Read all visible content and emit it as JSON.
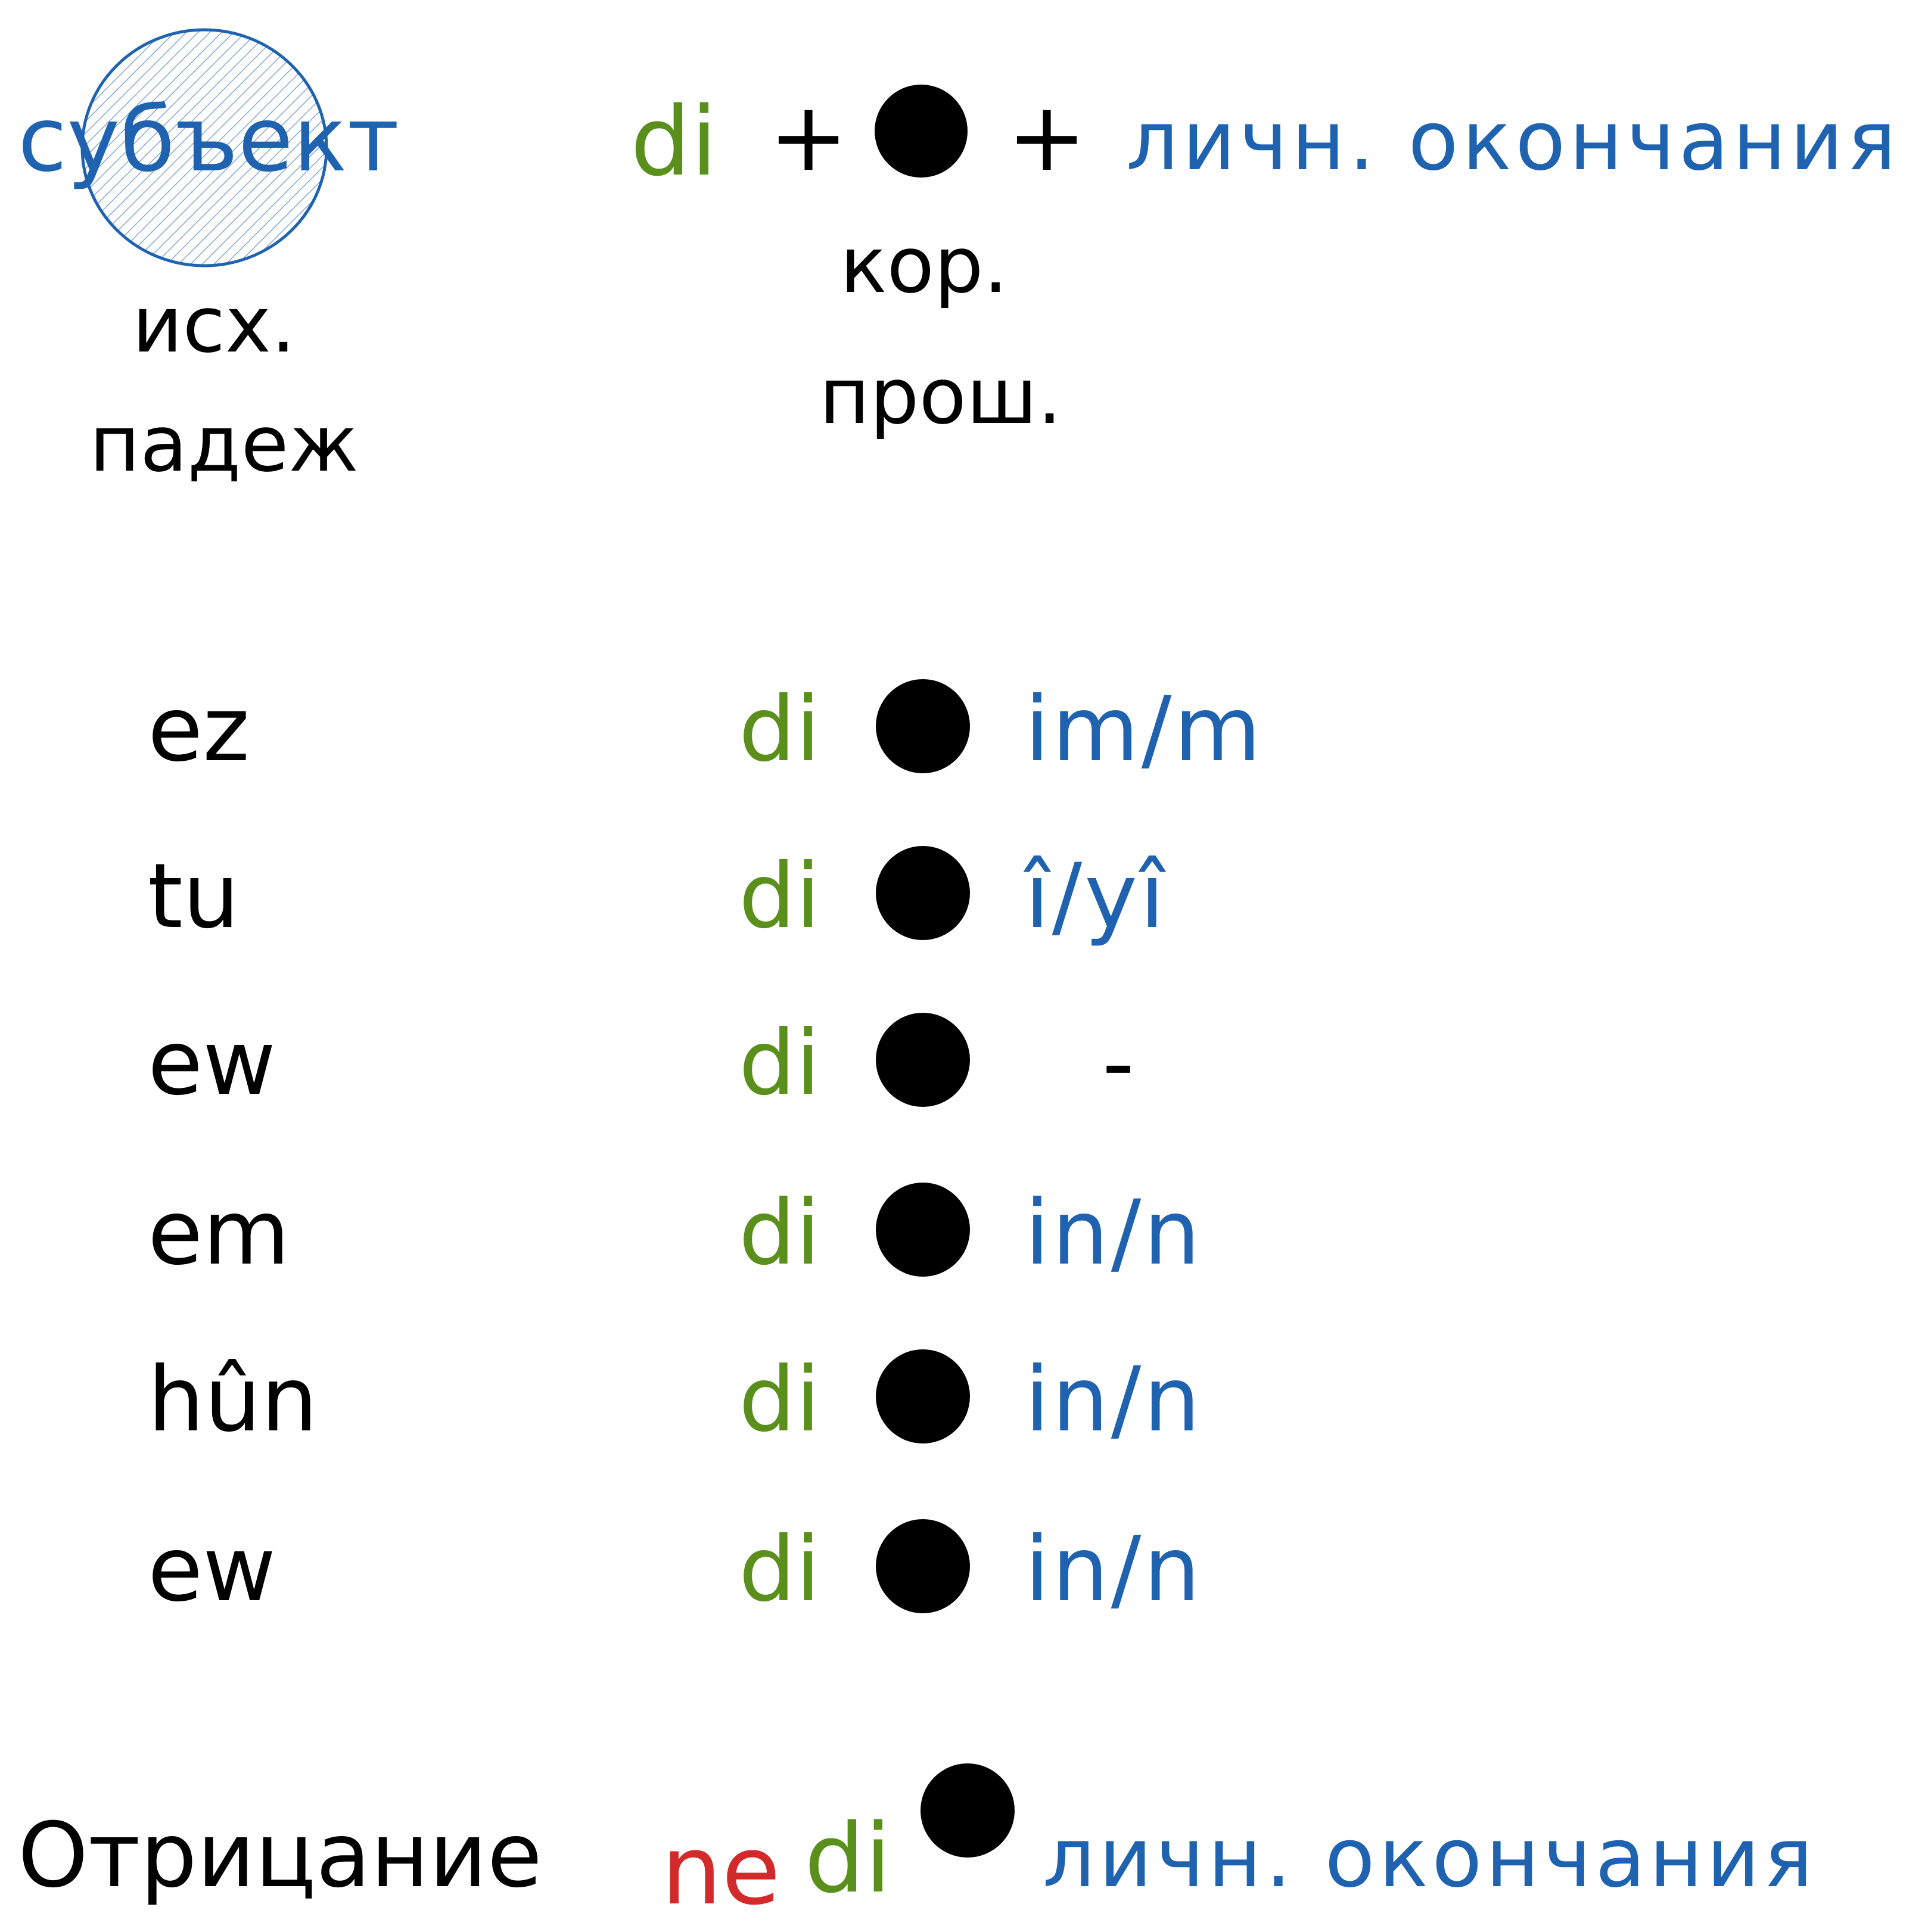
{
  "colors": {
    "ink": "#000000",
    "green": "#5a8f1c",
    "blue": "#1f62b0",
    "red": "#d22a2a",
    "circle_fill": "#7fa8d8"
  },
  "formula": {
    "subject": "субъект",
    "subject_case_line1": "исх.",
    "subject_case_line2": "падеж",
    "prefix": "di",
    "plus1": "+",
    "plus2": "+",
    "endings": "личн. окончания",
    "root_line1": "кор.",
    "root_line2": "прош."
  },
  "rows": [
    {
      "pronoun": "ez",
      "prefix": "di",
      "suffix": "im/m"
    },
    {
      "pronoun": "tu",
      "prefix": "di",
      "suffix": "î/yî"
    },
    {
      "pronoun": "ew",
      "prefix": "di",
      "suffix": "-"
    },
    {
      "pronoun": "em",
      "prefix": "di",
      "suffix": "in/n"
    },
    {
      "pronoun": "hûn",
      "prefix": "di",
      "suffix": "in/n"
    },
    {
      "pronoun": "ew",
      "prefix": "di",
      "suffix": "in/n"
    }
  ],
  "negation": {
    "label": "Отрицание",
    "neg_particle": "ne",
    "prefix": "di",
    "endings": "личн. окончания"
  }
}
